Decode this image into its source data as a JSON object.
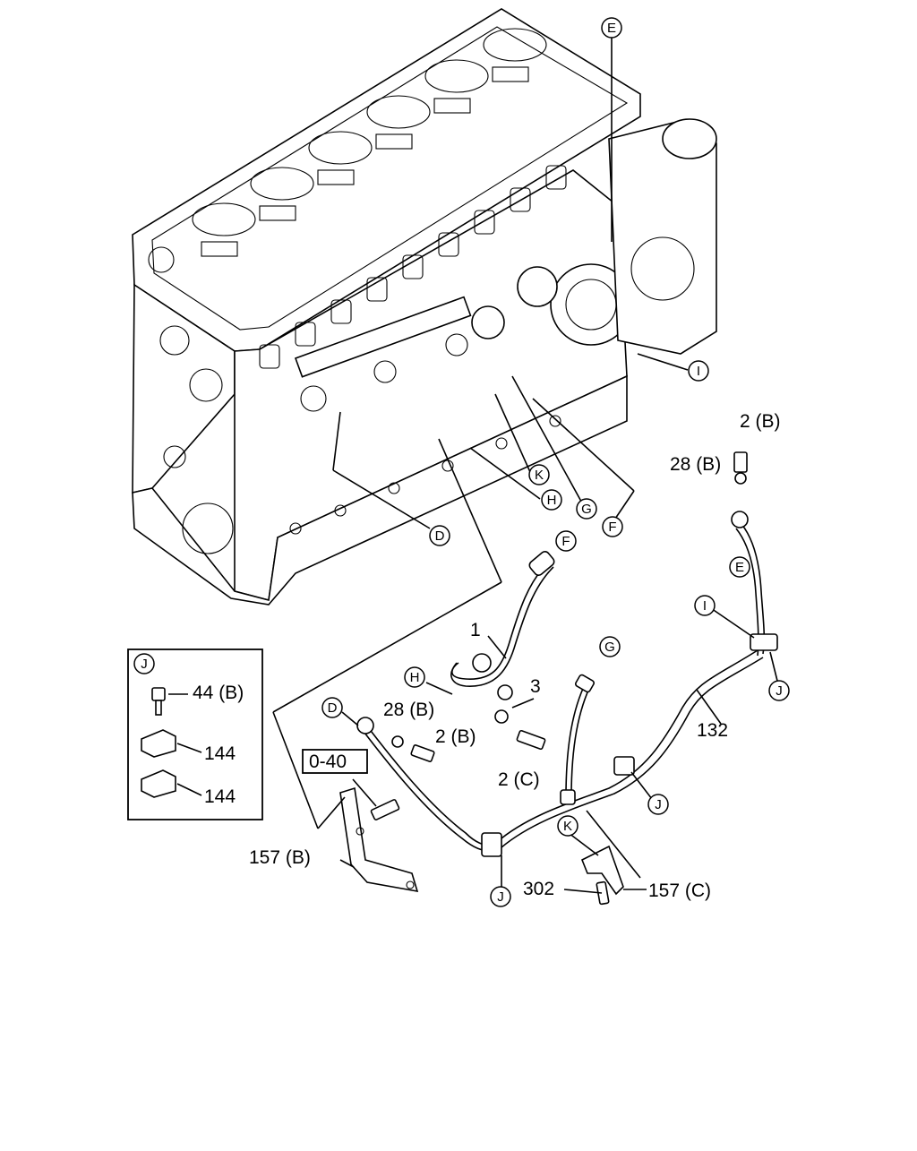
{
  "diagram": {
    "engine_callouts": [
      {
        "id": "callout-e-top",
        "letter": "E"
      },
      {
        "id": "callout-i-top",
        "letter": "I"
      },
      {
        "id": "callout-k-top",
        "letter": "K"
      },
      {
        "id": "callout-h-top",
        "letter": "H"
      },
      {
        "id": "callout-g-top",
        "letter": "G"
      },
      {
        "id": "callout-f-top",
        "letter": "F"
      },
      {
        "id": "callout-d-top",
        "letter": "D"
      }
    ],
    "pipe_callouts": [
      {
        "id": "callout-f-pipe",
        "letter": "F"
      },
      {
        "id": "callout-e-pipe",
        "letter": "E"
      },
      {
        "id": "callout-i-pipe",
        "letter": "I"
      },
      {
        "id": "callout-j-right",
        "letter": "J"
      },
      {
        "id": "callout-g-pipe",
        "letter": "G"
      },
      {
        "id": "callout-h-pipe",
        "letter": "H"
      },
      {
        "id": "callout-d-pipe",
        "letter": "D"
      },
      {
        "id": "callout-j-mid",
        "letter": "J"
      },
      {
        "id": "callout-k-pipe",
        "letter": "K"
      },
      {
        "id": "callout-j-bottom",
        "letter": "J"
      },
      {
        "id": "callout-j-inset",
        "letter": "J"
      }
    ],
    "part_labels": {
      "bolt_top": "2 (B)",
      "washer_top": "28 (B)",
      "pipe_1": "1",
      "pipe_3": "3",
      "washer_mid": "28 (B)",
      "bolt_mid": "2 (B)",
      "bolt_c": "2 (C)",
      "pipe_132": "132",
      "bracket_157b": "157 (B)",
      "bolt_302": "302",
      "bracket_157c": "157 (C)",
      "ref_box": "0-40"
    },
    "inset": {
      "bolt": "44 (B)",
      "clip_upper": "144",
      "clip_lower": "144"
    }
  }
}
